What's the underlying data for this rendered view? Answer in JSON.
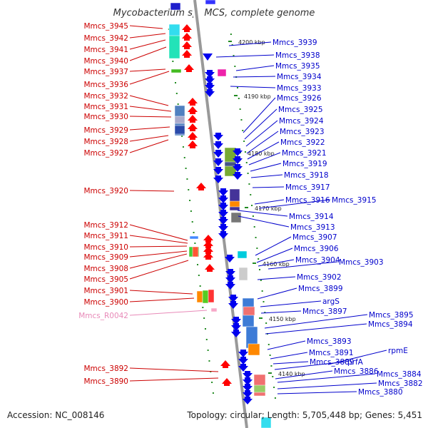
{
  "title": "Mycobacterium sp. MCS, complete genome",
  "footer": {
    "accession": "Accession: NC_008146",
    "stats": "Topology: circular; Length: 5,705,448 bp; Genes: 5,451"
  },
  "colors": {
    "left_label": "#cc0000",
    "right_label": "#0000cc",
    "rna_label": "#e88ab8",
    "reverse_gene": "#ff0000",
    "forward_gene": "#0000ee",
    "backbone": "#999999",
    "tick": "#228b22"
  },
  "kbp_ticks": [
    "4200 kbp",
    "4190 kbp",
    "4180 kbp",
    "4170 kbp",
    "4160 kbp",
    "4150 kbp",
    "4140 kbp"
  ],
  "left_genes": [
    {
      "label": "Mmcs_3945",
      "kind": "cds"
    },
    {
      "label": "Mmcs_3942",
      "kind": "cds"
    },
    {
      "label": "Mmcs_3941",
      "kind": "cds"
    },
    {
      "label": "Mmcs_3940",
      "kind": "cds"
    },
    {
      "label": "Mmcs_3937",
      "kind": "cds"
    },
    {
      "label": "Mmcs_3936",
      "kind": "cds"
    },
    {
      "label": "Mmcs_3932",
      "kind": "cds"
    },
    {
      "label": "Mmcs_3931",
      "kind": "cds"
    },
    {
      "label": "Mmcs_3930",
      "kind": "cds"
    },
    {
      "label": "Mmcs_3929",
      "kind": "cds"
    },
    {
      "label": "Mmcs_3928",
      "kind": "cds"
    },
    {
      "label": "Mmcs_3927",
      "kind": "cds"
    },
    {
      "label": "Mmcs_3920",
      "kind": "cds"
    },
    {
      "label": "Mmcs_3912",
      "kind": "cds"
    },
    {
      "label": "Mmcs_3911",
      "kind": "cds"
    },
    {
      "label": "Mmcs_3910",
      "kind": "cds"
    },
    {
      "label": "Mmcs_3909",
      "kind": "cds"
    },
    {
      "label": "Mmcs_3908",
      "kind": "cds"
    },
    {
      "label": "Mmcs_3905",
      "kind": "cds"
    },
    {
      "label": "Mmcs_3901",
      "kind": "cds"
    },
    {
      "label": "Mmcs_3900",
      "kind": "cds"
    },
    {
      "label": "Mmcs_R0042",
      "kind": "rna"
    },
    {
      "label": "Mmcs_3892",
      "kind": "cds"
    },
    {
      "label": "Mmcs_3890",
      "kind": "cds"
    }
  ],
  "right_genes": [
    {
      "label": "Mmcs_3939"
    },
    {
      "label": "Mmcs_3938"
    },
    {
      "label": "Mmcs_3935"
    },
    {
      "label": "Mmcs_3934"
    },
    {
      "label": "Mmcs_3933"
    },
    {
      "label": "Mmcs_3926"
    },
    {
      "label": "Mmcs_3925"
    },
    {
      "label": "Mmcs_3924"
    },
    {
      "label": "Mmcs_3923"
    },
    {
      "label": "Mmcs_3922"
    },
    {
      "label": "Mmcs_3921"
    },
    {
      "label": "Mmcs_3919"
    },
    {
      "label": "Mmcs_3918"
    },
    {
      "label": "Mmcs_3917"
    },
    {
      "label": "Mmcs_3916"
    },
    {
      "label": "Mmcs_3915"
    },
    {
      "label": "Mmcs_3914"
    },
    {
      "label": "Mmcs_3913"
    },
    {
      "label": "Mmcs_3907"
    },
    {
      "label": "Mmcs_3906"
    },
    {
      "label": "Mmcs_3904"
    },
    {
      "label": "Mmcs_3903"
    },
    {
      "label": "Mmcs_3902"
    },
    {
      "label": "Mmcs_3899"
    },
    {
      "label": "argS"
    },
    {
      "label": "Mmcs_3897"
    },
    {
      "label": "Mmcs_3895"
    },
    {
      "label": "Mmcs_3894"
    },
    {
      "label": "Mmcs_3893"
    },
    {
      "label": "Mmcs_3891"
    },
    {
      "label": "Mmcs_3889"
    },
    {
      "label": "prfA"
    },
    {
      "label": "rpmE"
    },
    {
      "label": "Mmcs_3886"
    },
    {
      "label": "Mmcs_3884"
    },
    {
      "label": "Mmcs_3882"
    },
    {
      "label": "Mmcs_3880"
    }
  ]
}
